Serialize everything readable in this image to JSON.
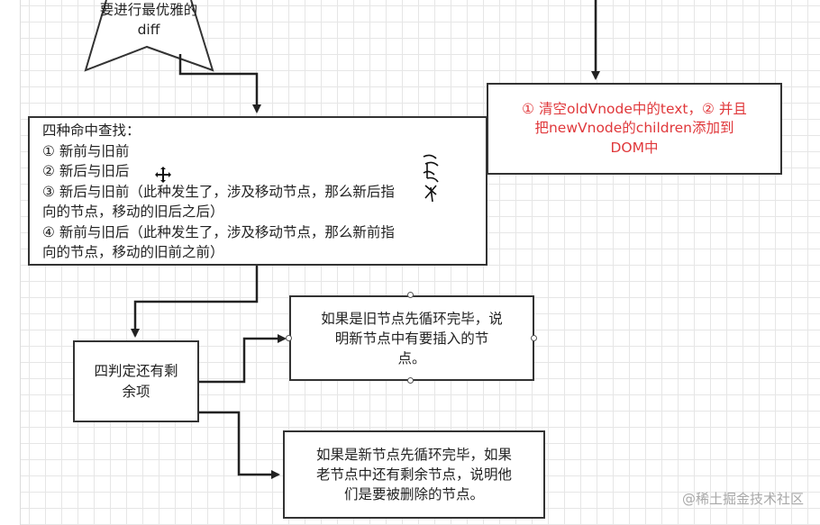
{
  "star": {
    "label_line1": "要进行最优雅的",
    "label_line2": "diff"
  },
  "main_box": {
    "title": "四种命中查找：",
    "items": [
      "① 新前与旧前",
      "② 新后与旧后",
      "③ 新后与旧前（此种发生了，涉及移动节点，那么新后指",
      "向的节点，移动的旧后之后）",
      "④ 新前与旧后（此种发生了，涉及移动节点，那么新前指",
      "向的节点，移动的旧前之前）"
    ]
  },
  "red_box": {
    "lines": [
      "① 清空oldVnode中的text，② 并且",
      "把newVnode的children添加到",
      "DOM中"
    ],
    "color": "#e0383b"
  },
  "judge_box": {
    "lines": [
      "四判定还有剩",
      "余项"
    ]
  },
  "old_box": {
    "lines": [
      "如果是旧节点先循环完毕，说",
      "明新节点中有要插入的节",
      "点。"
    ]
  },
  "new_box": {
    "lines": [
      "如果是新节点先循环完毕，如果",
      "老节点中还有剩余节点，说明他",
      "们是要被删除的节点。"
    ]
  },
  "watermark": "@稀土掘金技术社区",
  "icons": {
    "move": "move-cursor-icon",
    "scribble": "handwriting-scribble"
  }
}
